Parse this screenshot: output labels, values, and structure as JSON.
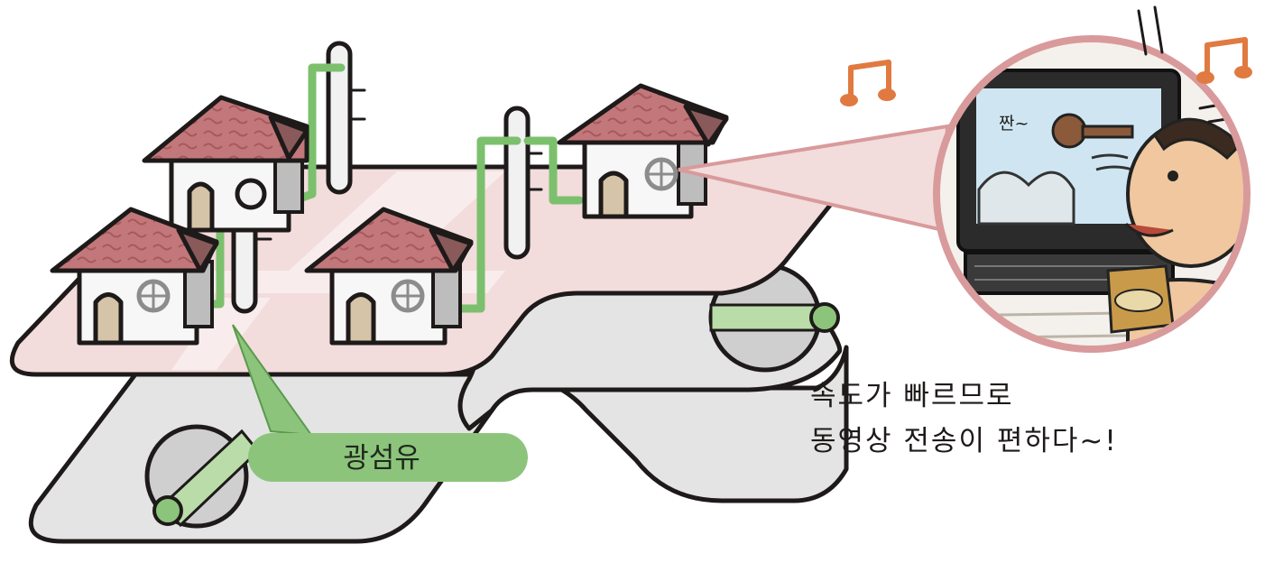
{
  "label": {
    "fiber": "광섬유"
  },
  "caption": {
    "line1": "속도가 빠르므로",
    "line2": "동영상 전송이 편하다~!"
  },
  "tv": {
    "sound_text": "짠~"
  },
  "colors": {
    "fiber": "#7cc06e",
    "fiber_label_fill": "#8dc47c",
    "roof": "#c2787a",
    "ground_pink": "#f2dcdc",
    "ground_gray": "#e3e3e3",
    "bubble_border": "#d99a9c",
    "note": "#e07a40"
  },
  "icons": [
    "music-note-icon",
    "music-note-icon",
    "window-icon",
    "door-icon",
    "computer-monitor-icon",
    "potato-chip-bag-icon"
  ]
}
